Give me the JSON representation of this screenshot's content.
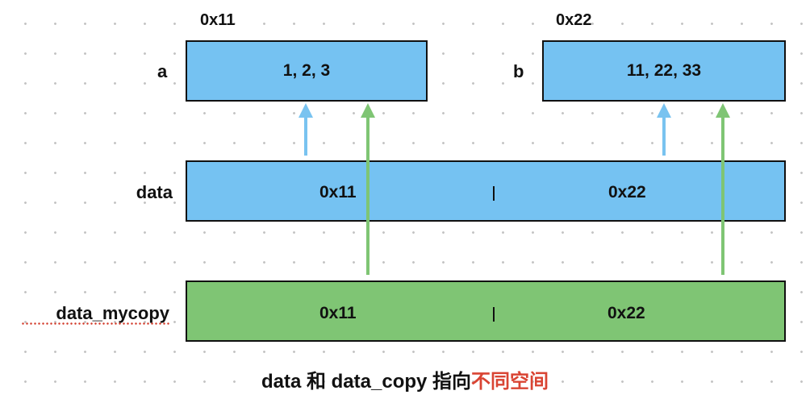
{
  "diagram": {
    "address_a": "0x11",
    "address_b": "0x22",
    "label_a": "a",
    "label_b": "b",
    "value_a": "1, 2, 3",
    "value_b": "11, 22, 33",
    "label_data": "data",
    "label_mycopy": "data_mycopy",
    "data_cell_1": "0x11",
    "data_cell_2": "0x22",
    "mycopy_cell_1": "0x11",
    "mycopy_cell_2": "0x22",
    "caption_prefix": "data 和 data_copy 指向",
    "caption_highlight": "不同空间"
  },
  "colors": {
    "blue_fill": "#75c2f2",
    "green_fill": "#7fc574",
    "blue_arrow": "#79c3f0",
    "green_arrow": "#7fc574",
    "highlight_text": "#d94433"
  }
}
